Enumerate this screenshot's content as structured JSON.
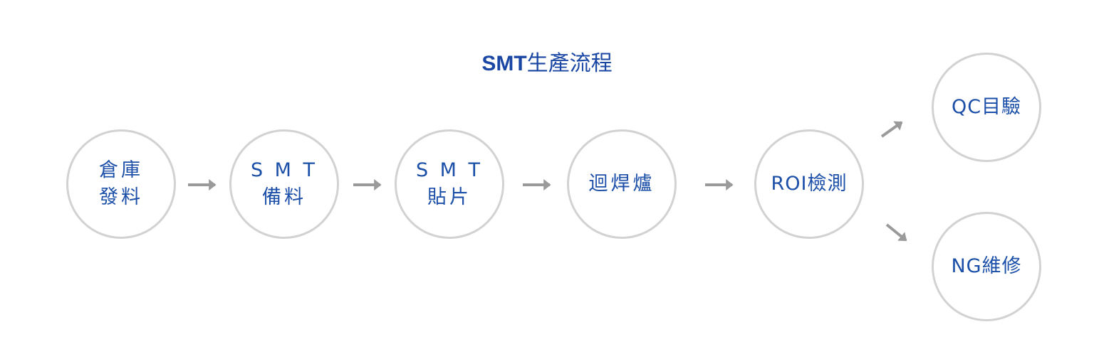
{
  "title": {
    "prefix": "SMT",
    "suffix": "生產流程"
  },
  "steps": [
    {
      "line1": "倉庫",
      "line2": "發料"
    },
    {
      "line1": "S M T",
      "line2": "備料"
    },
    {
      "line1": "S M T",
      "line2": "貼片"
    },
    {
      "line1": "迴焊爐"
    },
    {
      "line1": "ROI檢測"
    },
    {
      "line1": "QC目驗"
    },
    {
      "line1": "NG維修"
    }
  ],
  "colors": {
    "text": "#1b4fa8",
    "circle_border": "#d2d2d2",
    "arrow": "#9a9a9a"
  }
}
